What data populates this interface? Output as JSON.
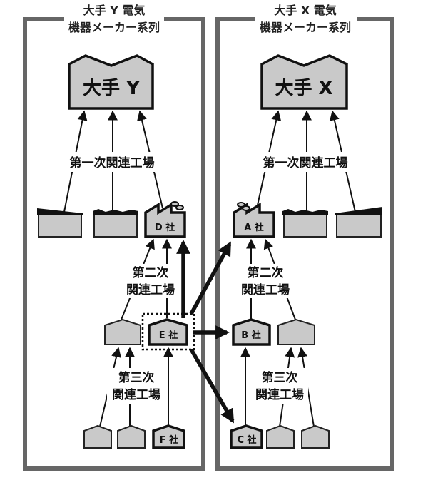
{
  "groups": {
    "left": {
      "title_line1": "大手 Y 電気",
      "title_line2": "機器メーカー系列",
      "maker": "大手 Y"
    },
    "right": {
      "title_line1": "大手 X 電気",
      "title_line2": "機器メーカー系列",
      "maker": "大手 X"
    }
  },
  "tiers": {
    "first": "第一次関連工場",
    "second_line1": "第二次",
    "second_line2": "関連工場",
    "third_line1": "第三次",
    "third_line2": "関連工場"
  },
  "companies": {
    "A": "A 社",
    "B": "B 社",
    "C": "C 社",
    "D": "D 社",
    "E": "E 社",
    "F": "F 社"
  },
  "colors": {
    "frame": "#666666",
    "building_fill": "#c9c9c9",
    "outline": "#111111"
  }
}
